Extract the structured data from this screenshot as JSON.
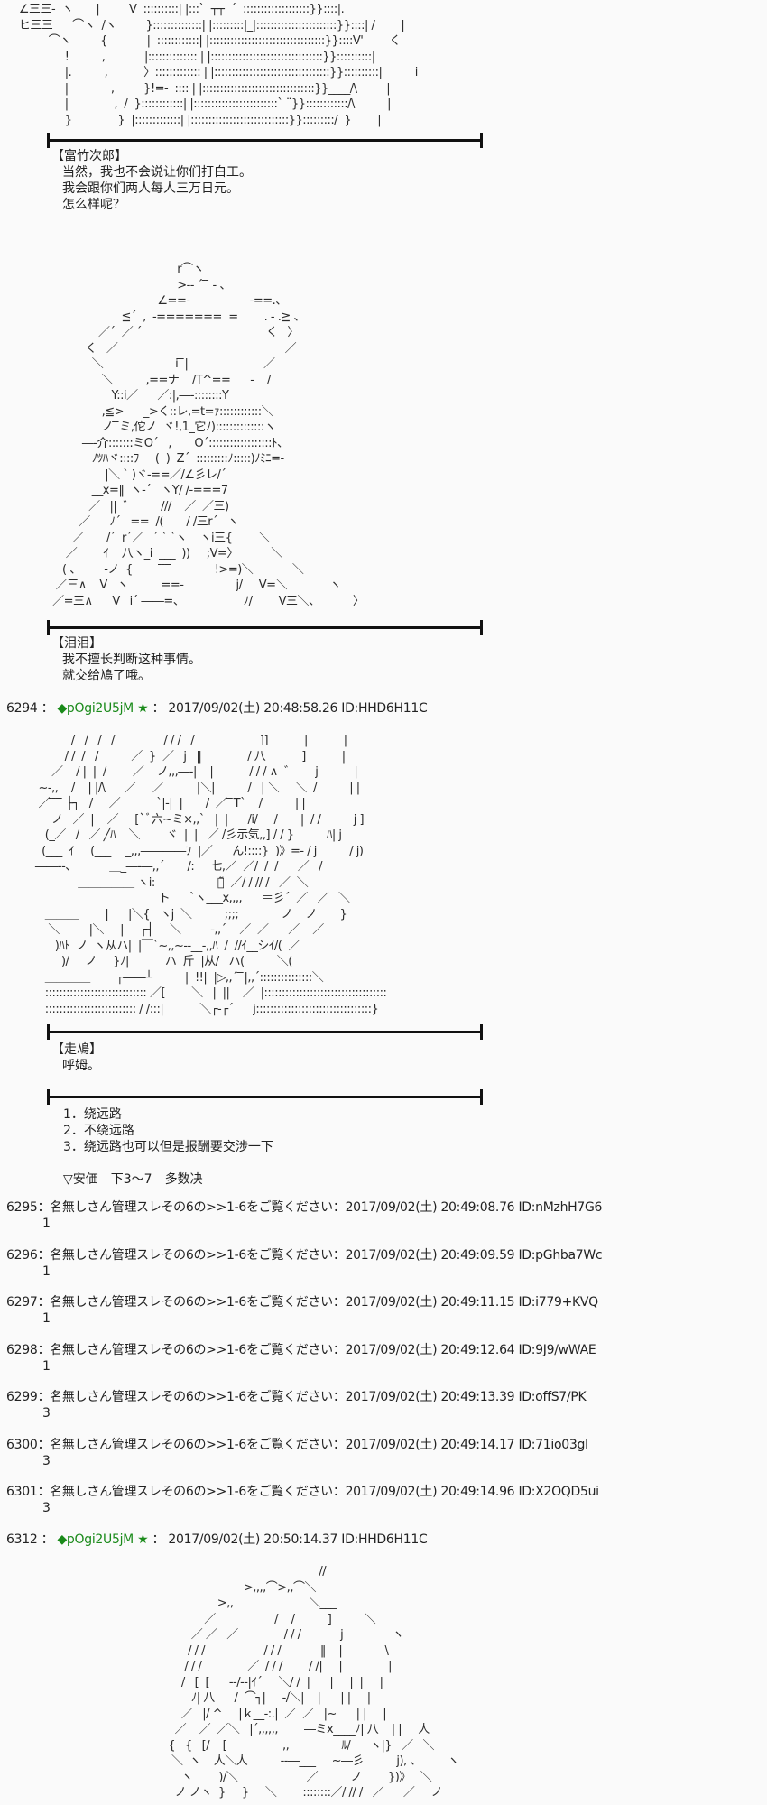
{
  "aa_blocks": {
    "top_building": "   ∠三三‐  ヽ       |         V  ::::::::::| |:::`  ┬┬  ´  :::::::::::::::::::}}::::|.\n   ヒ三三      ⌒ヽ  /ヽ         }::::::::::::::| |:::::::::|_|:::::::::::::::::::::::}}::::| /        |\n            ⌒ヽ         {            |  ::::::::::::| |:::::::::::::::::::::::::::::::::}}::::V'        く\n                 !          ,            |:::::::::::::: | |::::::::::::::::::::::::::::::::}}::::::::::|\n                 |.          ,           〉::::::::::::: | |:::::::::::::::::::::::::::::::::}}::::::::::|          i\n                 |             ,         }!=‐  :::: | |::::::::::::::::::::::::::::::::}}____/\\         |\n                 |              ,  /  }::::::::::::| |::::::::::::::::::::::::` ¨}}::::::::::::/\\          |\n                 }              }  |:::::::::::::| |::::::::::::::::::::::::::::}}:::::::::/  }        |",
    "hat_character": "                                           r⌒ヽ\n                                           >-‐ ´ ̄ ̄ ‐ 、\n                                     ∠==‐ ―――――‐==.、\n                          ≦´  ,  ‐=======  =        . ‐ .≧ 、\n                   ／´  ／ ´                                      く   〉\n               く   ／                                                   ／\n                 ＼                      i ̄ ̄|                       ／\n                    ＼          ,==ナ    /T^==      -    /\n                       Y::i／      ／:|,―‐::::::::Y\n                    ,≦>      _>く::レ,=t=ｧ::::::::::::＼\n                    ノ ̄ ̄ミ,佗ノ  ヾ!,1_它ﾉ)::::::::::::::ヽ\n              ―‐介:::::::ミO´   ,       O´::::::::::::::::::ﾄ、\n                 ﾉﾂﾊヾ::::ﾌ     (  )  Z´  :::::::::ﾉ:::::)ﾉﾐﾆ=‐\n                     |＼ ` )ヾ‐==／/∠彡レ/´\n                 __x=‖  ヽ-´   ヽY/ /‐===7\n                ／   ||  ゛        ///    ／  ／三)\n             ／      ﾉ´   ==  /(       / /三r´   ヽ\n           ／       /´  r´／   ´ ` `ヽ    ヽi三{        ＼\n         ／        ｲ    八ヽ_i  ___  ))     ;V=〉          ＼\n        ( 、       ‐ノ  {         ̄ ̄ ̄ ̄             !>=)＼            ＼\n      ／三∧    V   ヽ          ==‐                j/     V=＼             ヽ\n     ／=三∧      V   i´ ――=、                  ﾉ/        V三＼、          〉",
    "rain_scene": "              /   /   /   /               / / /   /                    ]]           |           |\n            / /  /   /          ／  }  ／   j   ‖              / 八           ]           |\n        ／    / |  |  /        ／    ノ,,,―‐|    |           / / / ∧  ゛      j           |\n    ~-,,    /    | |/\\      ／     ／          |＼|          /   | ＼     ＼  /          | |\n    ／ ̄ ̄ ̄ ̄ ├┐   /     ／           `|-|  |       /  ／ ̄ ̄T`    /          | |\n        ノ   ／  |    ／     [`ﾞ六~ミ×,,`   |  |      /i/     /       |  / /          j ]\n      (_／   /   ／ ╱ﾊ    ＼        ヾ  |  |   ／ /彡示気,,] / / }          ﾊ| j\n     (___  ｲ     (___ ＿_,,,――――ﾌ  |／      ん!::::}  )》=‐ / j          / j)\n   ――‐-、          ＿_―‐―,,´       /:     七,／  ／/  /  /      ／   /\n                ＿＿＿＿＿ ヽi:                   ｼ̃̃  ／/ / // /   ／  ＼\n                  ＿＿＿＿＿＿  ト      `ヽ___x,,,,      ＝彡´  ／   ／   ＼\n      ＿＿＿        |      |＼{   ヽj  ＼          ;;;;             ノ    ノ       }\n       ＼         |＼     |     ┌┤     ＼         ‐,,´    ／  ／      ／    ／\n         )ﾊﾄ  ノ  ヽ从ハ|  |￣`~,,~-‐__‐,,ﾊ  /  //ｲ__シｲ/(  ／\n           )/     ノ     }ﾉ|           ハ  斤  |从/   ハ(  ___   ＼(\n      ＿＿＿＿        ┌――┴          |  !!|  |▷,,´ ̄ ̄|,,´:::::::::::::::＼\n      ::::::::::::::::::::::::::::: ／[        ＼   |  ||    ／  |:::::::::::::::::::::::::::::::::::\n      :::::::::::::::::::::::::: / /:::|           ＼┌‐┌´      j:::::::::::::::::::::::::::::::::}",
    "hair_character": "                                                        //\n                                 >,,,,⌒>,,⌒＼\n                         >,,                       ＼___\n                     ／                  /    /          ]          ＼\n                 ／ ／   ／              / / /            j               ヽ\n                / / /                  / / /            ‖    |             \\\n               / / /              ／  / / /        / /|     |              |\n              /   [  [      ‐‐/‐‐|ｲ´     ＼/ /  |      |     |  |     |\n                 ﾉ| 八      /  ⌒┐|     ‐/＼|    |      | |     |\n              ／   |/ ^     |ｋ__‐:.|  ／  ／   |~      | |     |\n            ／    ／  ／＼   |´,,,,,,        ―ミx____ﾉ| 八    | |     人\n          {   {   [/    [                 ,,                ﾙ/      ヽ|}   ／   ＼\n           ＼  ヽ    人＼人          ‐‐―___     ~―彡          j), 、        ヽ\n              ヽ        )/＼                     ／          ノ        })》   ＼\n            ノ ノヽ  }     }     ＼        ::::::::／/ // /   ／      ／     ノ"
  },
  "dividers": [
    155,
    695,
    1143,
    1215
  ],
  "speech_blocks": [
    {
      "speaker": "【富竹次郎】",
      "lines": [
        "当然，我也不会说让你们打白工。",
        "我会跟你们两人每人三万日元。",
        "怎么样呢？"
      ]
    },
    {
      "speaker": "【泪泪】",
      "lines": [
        "我不擅长判断这种事情。",
        "就交给鳰了哦。"
      ]
    },
    {
      "speaker": "【走鳰】",
      "lines": [
        "呼姆。"
      ]
    }
  ],
  "choices": {
    "items": [
      "1．绕远路",
      "2．不绕远路",
      "3．绕远路也可以但是报酬要交涉一下"
    ],
    "vote_rule": "▽安価　下3～7　多数决"
  },
  "posts": [
    {
      "number": "6294",
      "sep": "：",
      "trip": "◆pOgi2U5jM",
      "star": "★",
      "sep2": "：",
      "datetime": "2017/09/02(土) 20:48:58.26",
      "id": "ID:HHD6H11C"
    },
    {
      "number": "6295",
      "sep": "：",
      "name": "名無しさん管理スレその6の>>1-6をご覧ください",
      "sep2": "：",
      "datetime": "2017/09/02(土) 20:49:08.76",
      "id": "ID:nMzhH7G6",
      "body": "1"
    },
    {
      "number": "6296",
      "sep": "：",
      "name": "名無しさん管理スレその6の>>1-6をご覧ください",
      "sep2": "：",
      "datetime": "2017/09/02(土) 20:49:09.59",
      "id": "ID:pGhba7Wc",
      "body": "1"
    },
    {
      "number": "6297",
      "sep": "：",
      "name": "名無しさん管理スレその6の>>1-6をご覧ください",
      "sep2": "：",
      "datetime": "2017/09/02(土) 20:49:11.15",
      "id": "ID:i779+KVQ",
      "body": "1"
    },
    {
      "number": "6298",
      "sep": "：",
      "name": "名無しさん管理スレその6の>>1-6をご覧ください",
      "sep2": "：",
      "datetime": "2017/09/02(土) 20:49:12.64",
      "id": "ID:9J9/wWAE",
      "body": "1"
    },
    {
      "number": "6299",
      "sep": "：",
      "name": "名無しさん管理スレその6の>>1-6をご覧ください",
      "sep2": "：",
      "datetime": "2017/09/02(土) 20:49:13.39",
      "id": "ID:offS7/PK",
      "body": "3"
    },
    {
      "number": "6300",
      "sep": "：",
      "name": "名無しさん管理スレその6の>>1-6をご覧ください",
      "sep2": "：",
      "datetime": "2017/09/02(土) 20:49:14.17",
      "id": "ID:71io03gI",
      "body": "3"
    },
    {
      "number": "6301",
      "sep": "：",
      "name": "名無しさん管理スレその6の>>1-6をご覧ください",
      "sep2": "：",
      "datetime": "2017/09/02(土) 20:49:14.96",
      "id": "ID:X2OQD5ui",
      "body": "3"
    },
    {
      "number": "6312",
      "sep": "：",
      "trip": "◆pOgi2U5jM",
      "star": "★",
      "sep2": "：",
      "datetime": "2017/09/02(土) 20:50:14.37",
      "id": "ID:HHD6H11C"
    }
  ],
  "colors": {
    "background": "#fafafa",
    "text": "#222222",
    "trip": "#1a8a1a",
    "divider": "#111111"
  }
}
